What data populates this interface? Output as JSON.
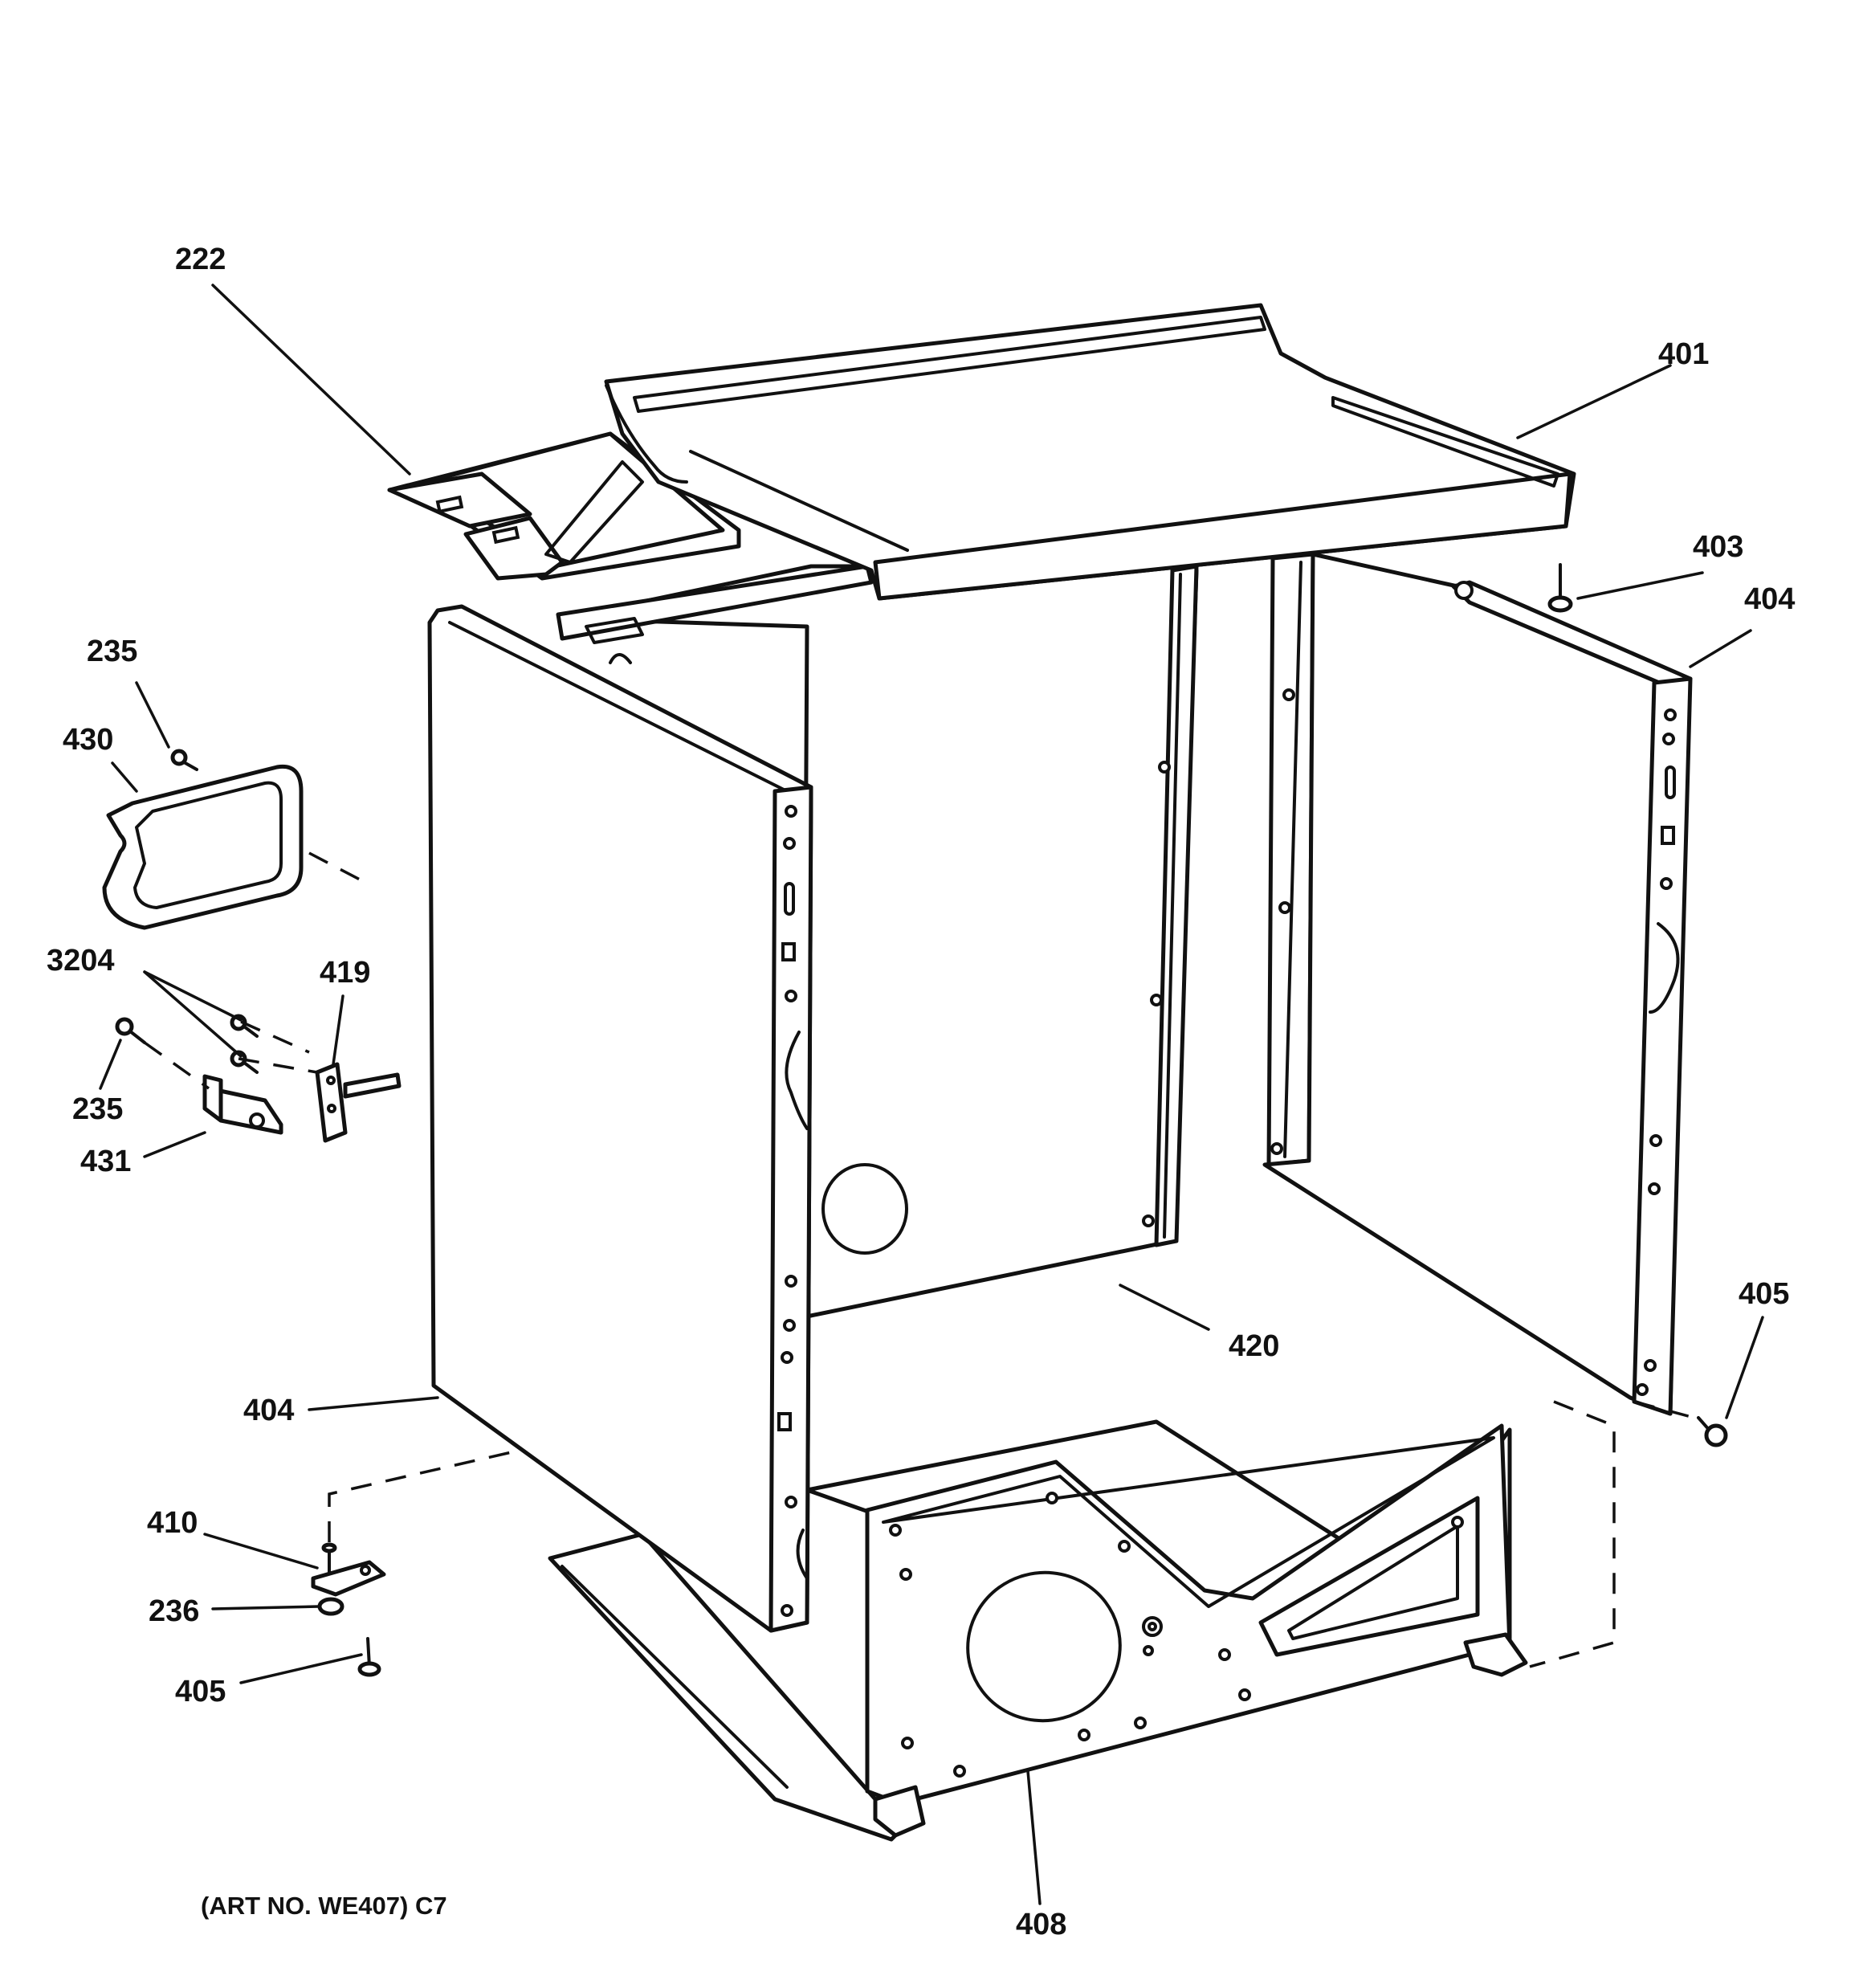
{
  "callouts": {
    "c222": "222",
    "c401": "401",
    "c403": "403",
    "c404_right": "404",
    "c235_top": "235",
    "c430": "430",
    "c3204": "3204",
    "c419": "419",
    "c235_bottom": "235",
    "c431": "431",
    "c420": "420",
    "c405_right": "405",
    "c404_left": "404",
    "c410": "410",
    "c236": "236",
    "c405_left": "405",
    "c408": "408"
  },
  "art_number": "(ART NO. WE407) C7"
}
